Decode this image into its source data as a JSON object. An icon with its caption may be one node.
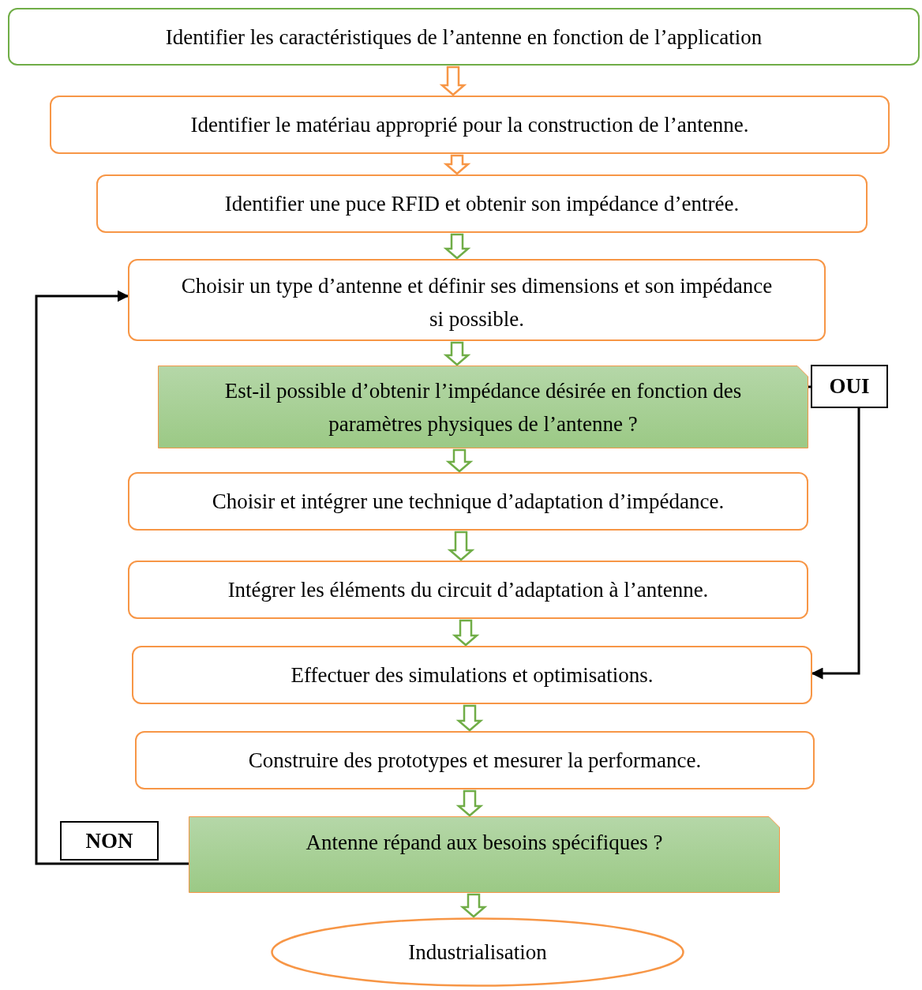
{
  "diagram": {
    "nodes": [
      {
        "text": [
          "Identifier les caractéristiques de l’antenne en fonction de l’application"
        ]
      },
      {
        "text": [
          "Identifier le matériau approprié pour la construction de l’antenne."
        ]
      },
      {
        "text": [
          "Identifier une puce RFID et obtenir son impédance d’entrée."
        ]
      },
      {
        "text": [
          "Choisir un type d’antenne et définir ses dimensions et son impédance si possible."
        ]
      },
      {
        "text": [
          "Est-il possible d’obtenir l’impédance désirée en fonction des paramètres physiques de l’antenne ?"
        ]
      },
      {
        "text": [
          "Choisir et intégrer une technique d’adaptation d’impédance."
        ]
      },
      {
        "text": [
          "Intégrer les éléments du circuit d’adaptation à l’antenne."
        ]
      },
      {
        "text": [
          "Effectuer des simulations et optimisations."
        ]
      },
      {
        "text": [
          "Construire des prototypes et mesurer la performance."
        ]
      },
      {
        "text": [
          "Antenne répand aux besoins spécifiques ?"
        ]
      },
      {
        "text": [
          "Industrialisation"
        ]
      }
    ],
    "edges": [
      {
        "from": 0,
        "to": 1,
        "arrow": "to",
        "color": "#f79646"
      },
      {
        "from": 1,
        "to": 2,
        "arrow": "to",
        "color": "#f79646"
      },
      {
        "from": 2,
        "to": 3,
        "arrow": "to"
      },
      {
        "from": 3,
        "to": 4,
        "arrow": "to"
      },
      {
        "from": 4,
        "to": 5,
        "arrow": "to"
      },
      {
        "from": 5,
        "to": 6,
        "arrow": "to"
      },
      {
        "from": 6,
        "to": 7,
        "arrow": "to"
      },
      {
        "from": 7,
        "to": 8,
        "arrow": "to"
      },
      {
        "from": 8,
        "to": 9,
        "arrow": "to"
      },
      {
        "from": 9,
        "to": 10,
        "arrow": "to"
      },
      {
        "from": 4,
        "to": 7,
        "arrow": "to",
        "label": "OUI",
        "color": "#000000"
      },
      {
        "from": 9,
        "to": 3,
        "arrow": "to",
        "label": "NON",
        "color": "#000000"
      }
    ]
  }
}
